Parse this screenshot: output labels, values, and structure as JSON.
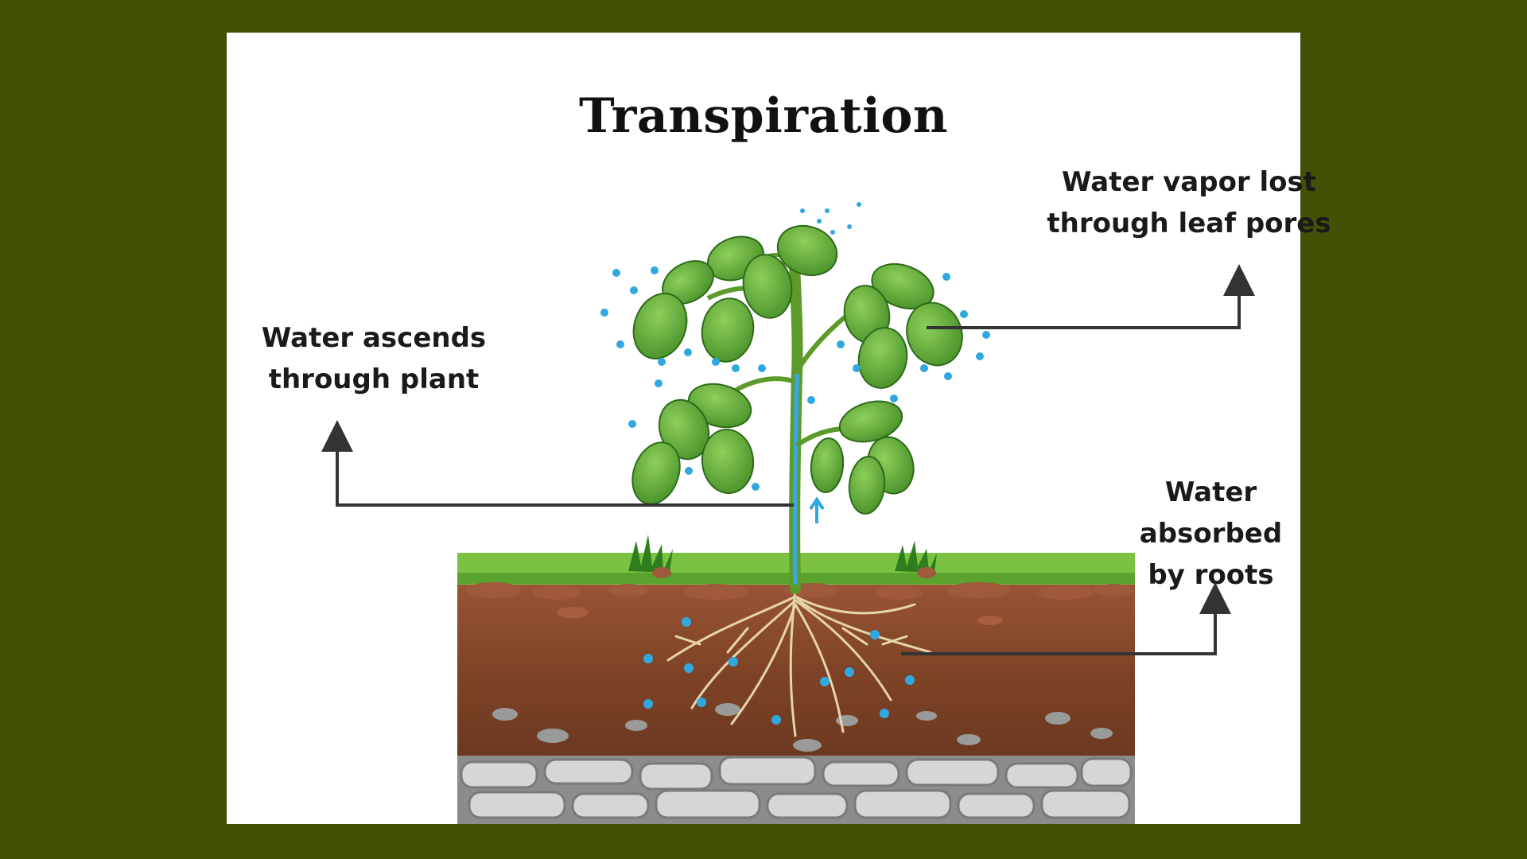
{
  "title": "Transpiration",
  "labels": {
    "vapor": [
      "Water vapor lost",
      "through leaf pores"
    ],
    "ascends": [
      "Water ascends",
      "through plant"
    ],
    "absorbed": [
      "Water",
      "absorbed",
      "by roots"
    ]
  },
  "colors": {
    "background": "#415207",
    "card": "#ffffff",
    "water": "#2fa8e0",
    "arrow": "#333333",
    "leaf": "#4e9a2c",
    "soil": "#8a4a2a",
    "grass": "#7cc242",
    "rock": "#c8c8c8"
  }
}
